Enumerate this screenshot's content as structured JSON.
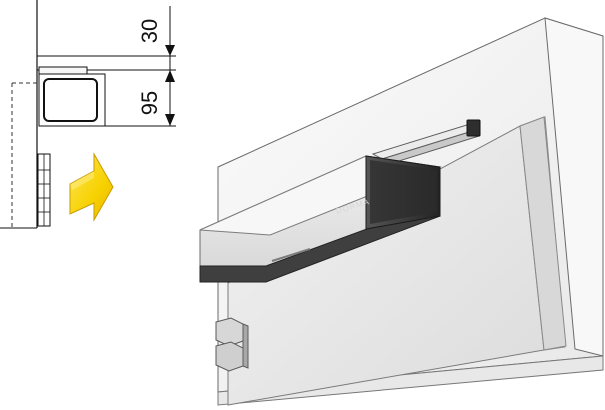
{
  "drawing": {
    "dimension_top": "30",
    "dimension_bottom": "95",
    "brand_mark": "DORMA"
  },
  "colors": {
    "arrow_fill": "#f6d200",
    "arrow_shade": "#f39c00",
    "line": "#111111",
    "closer_body": "#e7e7e7",
    "closer_dark": "#3e3e3e",
    "frame": "#f4f4f4",
    "door": "#ececec"
  },
  "icons": {
    "insert_arrow": "thick-right-arrow-icon"
  }
}
